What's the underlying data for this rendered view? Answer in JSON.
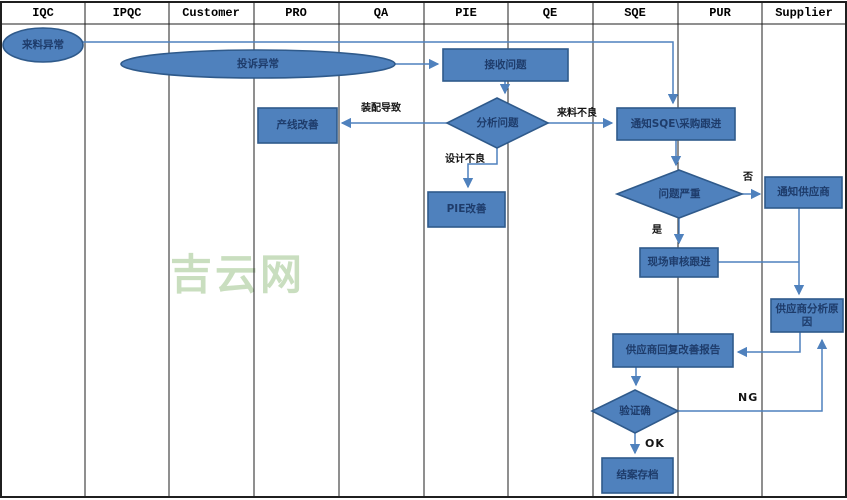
{
  "lanes": [
    "IQC",
    "IPQC",
    "Customer",
    "PRO",
    "QA",
    "PIE",
    "QE",
    "SQE",
    "PUR",
    "Supplier"
  ],
  "nodes": {
    "incoming_abnormal": "来料异常",
    "complaint_abnormal": "投诉异常",
    "receive_problem": "接收问题",
    "analyze_problem": "分析问题",
    "line_improve": "产线改善",
    "pie_improve": "PIE改善",
    "notify_sqe_pur": "通知SQE\\采购跟进",
    "problem_serious": "问题严重",
    "notify_supplier": "通知供应商",
    "onsite_audit": "现场审核跟进",
    "supplier_analyze": "供应商分析原因",
    "supplier_report": "供应商回复改善报告",
    "verify": "验证确",
    "close_archive": "结案存档"
  },
  "edge_labels": {
    "assembly_cause": "装配导致",
    "design_defect": "设计不良",
    "incoming_defect": "来料不良",
    "no": "否",
    "yes": "是",
    "ng": "NG",
    "ok": "OK"
  },
  "watermark": {
    "text": "吉云网"
  },
  "colors": {
    "shape_fill": "#4f81bd",
    "shape_border": "#2f5a8b",
    "connector": "#4f81bd",
    "shape_text": "#1e3c6b",
    "grid": "#1f1f1f",
    "watermark": "#c9debf"
  }
}
